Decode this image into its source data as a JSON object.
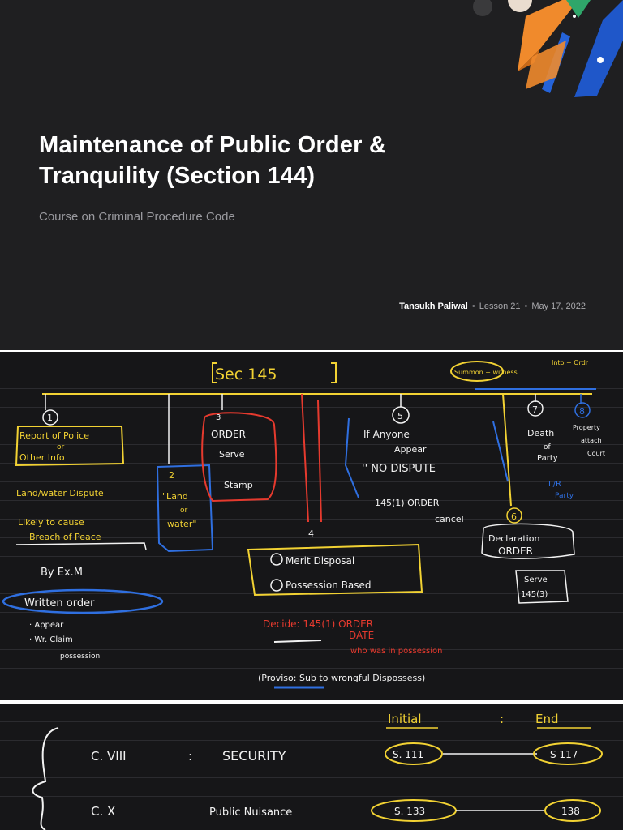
{
  "slide": {
    "title_line1": "Maintenance of Public Order &",
    "title_line2": "Tranquility (Section 144)",
    "subtitle": "Course on Criminal Procedure Code",
    "author": "Tansukh Paliwal",
    "lesson": "Lesson 21",
    "date": "May 17, 2022"
  },
  "notes": {
    "heading": "Sec 145",
    "summon": "Summon + witness",
    "top_right": "Into + Ordr",
    "n1": "1",
    "n1_lines": [
      "Report of Police",
      "or",
      "Other Info"
    ],
    "n1_dispute": "Land/water Dispute",
    "n1_likely": [
      "Likely to cause",
      "Breach of Peace"
    ],
    "byexm": "By Ex.M",
    "written": "Written order",
    "bullets": [
      "· Appear",
      "· Wr. Claim",
      "possession"
    ],
    "n2": "2",
    "n2_lines": [
      "\"Land",
      "or",
      "water\""
    ],
    "n3": "3",
    "n3_lines": [
      "ORDER",
      "Serve",
      "Stamp"
    ],
    "n4": "4",
    "n4_items": [
      "Merit Disposal",
      "Possession Based"
    ],
    "decide": [
      "Decide: 145(1) ORDER",
      "DATE",
      "who was in possession"
    ],
    "proviso": "(Proviso: Sub to wrongful Dispossess)",
    "n5": "5",
    "n5_lines": [
      "If Anyone",
      "Appear",
      "'' NO DISPUTE",
      "145(1) ORDER",
      "cancel"
    ],
    "n6": "6",
    "n6_lines": [
      "Declaration",
      "ORDER",
      "Serve",
      "145(3)"
    ],
    "n7": "7",
    "n7_lines": [
      "Death",
      "of",
      "Party",
      "L/R",
      "Party"
    ],
    "n8": "8",
    "n8_lines": [
      "Property",
      "attach",
      "Court"
    ]
  },
  "notes2": {
    "col_initial": "Initial",
    "col_end": "End",
    "row1_label": "C. VIII",
    "row1_topic": "SECURITY",
    "row1_start": "S. 111",
    "row1_end": "S 117",
    "row2_label": "C. X",
    "row2_topic": "Public Nuisance",
    "row2_start": "S. 133",
    "row2_end": "138"
  },
  "colors": {
    "background": "#1f1f21",
    "ink_white": "#f2f2f2",
    "ink_yellow": "#f2d233",
    "ink_red": "#e63a2e",
    "ink_blue": "#2f6fe0",
    "accent_orange": "#f08a2c",
    "accent_green": "#2fa66a"
  }
}
